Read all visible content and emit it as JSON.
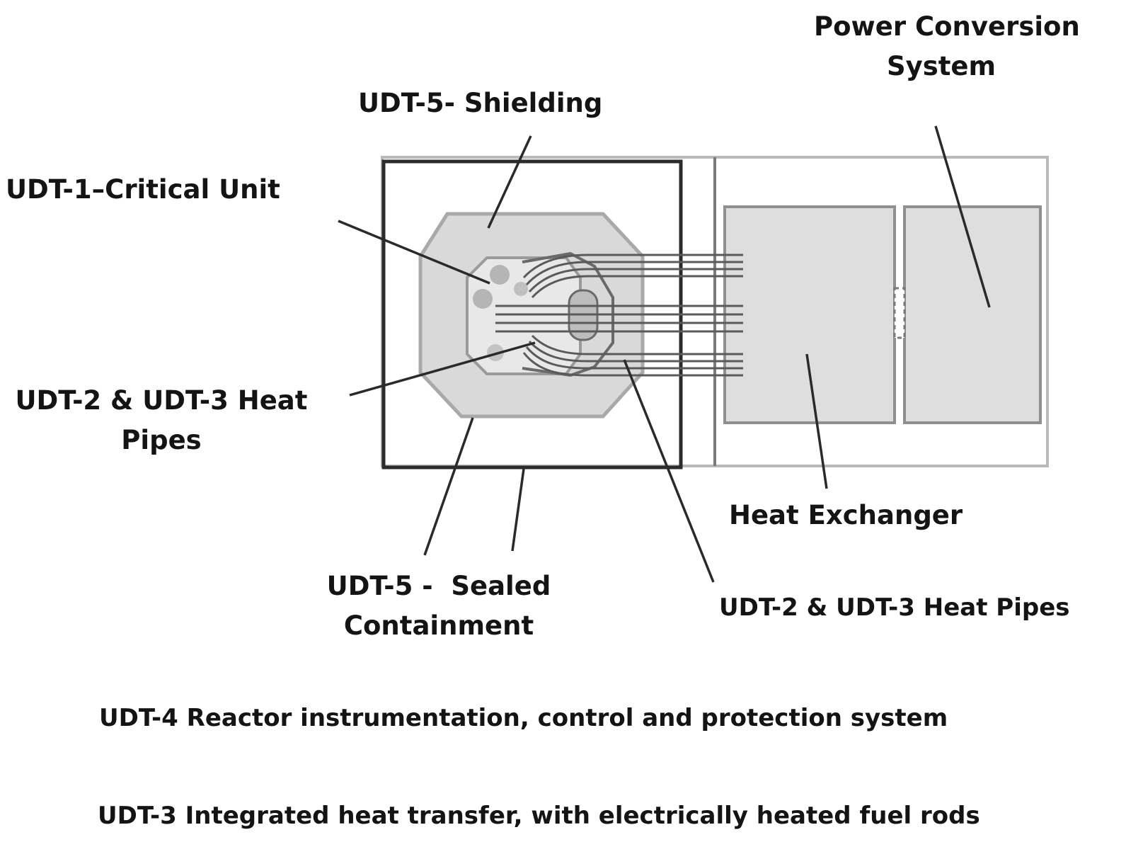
{
  "labels": {
    "power_conversion": [
      "Power Conversion",
      "System"
    ],
    "shielding": "UDT-5- Shielding",
    "critical_unit": "UDT-1–Critical Unit",
    "heat_pipes_left": [
      "UDT-2 & UDT-3 Heat",
      "Pipes"
    ],
    "sealed_containment": [
      "UDT-5 -  Sealed",
      "Containment"
    ],
    "heat_exchanger": "Heat Exchanger",
    "heat_pipes_right": "UDT-2 & UDT-3 Heat Pipes"
  },
  "footer": {
    "line1": "UDT-4 Reactor instrumentation, control and protection system",
    "line2": "UDT-3 Integrated heat transfer, with electrically heated fuel rods"
  }
}
